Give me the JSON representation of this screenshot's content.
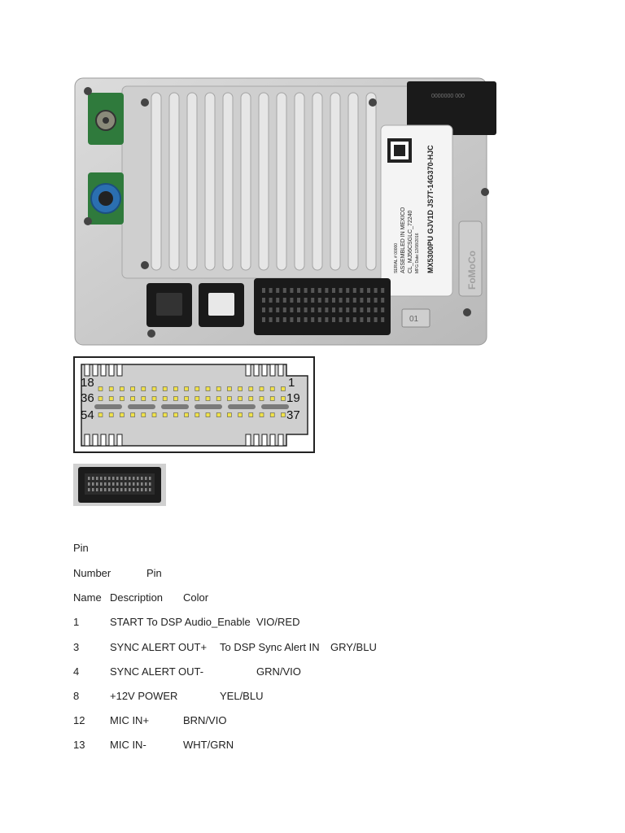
{
  "module": {
    "label_lines": [
      "SERIAL # 00000",
      "ASSEMBLED IN MEXICO",
      "CL_MJ56CSGLC_72240",
      "MFG Date:12/08/2016",
      "MX5300PU   GJV1D   JS7T-14G370-HJC"
    ],
    "badge": "01",
    "logo": "FoMoCo",
    "top_connector_text": "0000000 000"
  },
  "pin_diagram": {
    "corner_labels": {
      "top_left": "18",
      "top_right": "1",
      "mid_left": "36",
      "mid_right": "19",
      "bottom_left": "54",
      "bottom_right": "37"
    }
  },
  "table": {
    "header_lines": {
      "line1": "Pin",
      "line2_a": "Number",
      "line2_b": "Pin",
      "line3_a": "Name",
      "line3_b": "Description",
      "line3_c": "Color"
    },
    "rows": [
      {
        "number": "1",
        "name": "START",
        "description": "To DSP Audio_Enable",
        "color": "VIO/RED"
      },
      {
        "number": "3",
        "name": "SYNC ALERT OUT+",
        "description": "To DSP Sync Alert IN",
        "color": "GRY/BLU"
      },
      {
        "number": "4",
        "name": "SYNC ALERT OUT-",
        "description": "",
        "color": "GRN/VIO"
      },
      {
        "number": "8",
        "name": "+12V POWER",
        "description": "",
        "color": "YEL/BLU"
      },
      {
        "number": "12",
        "name": "MIC IN+",
        "description": "",
        "color": "BRN/VIO"
      },
      {
        "number": "13",
        "name": "MIC IN-",
        "description": "",
        "color": "WHT/GRN"
      }
    ]
  }
}
